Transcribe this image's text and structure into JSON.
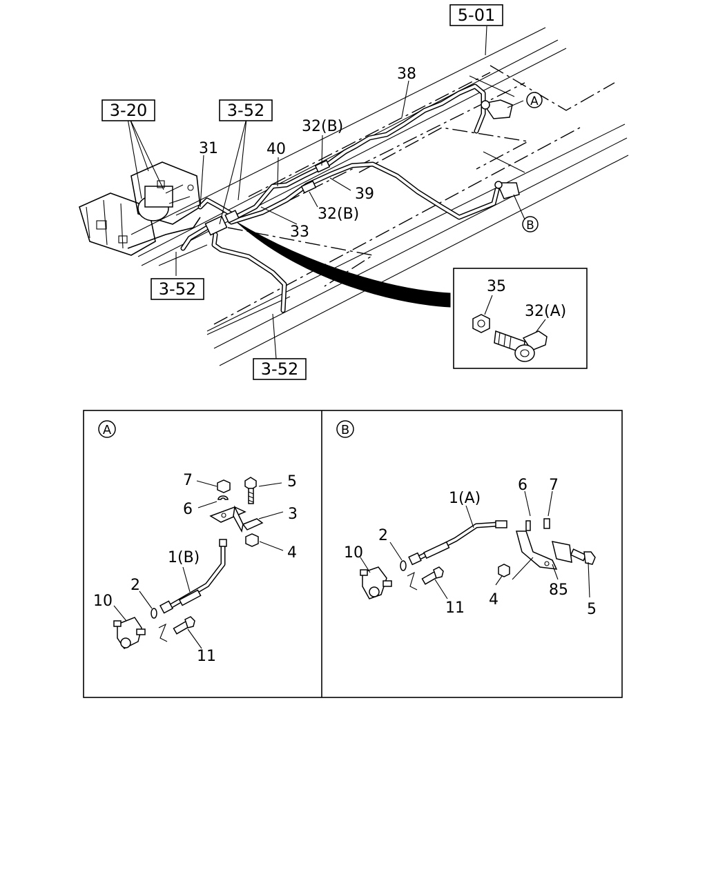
{
  "refs": {
    "r501": "5-01",
    "r320": "3-20",
    "r352_top": "3-52",
    "r352_mid": "3-52",
    "r352_bot": "3-52"
  },
  "main_callouts": {
    "c38": "38",
    "cA_marker": "A",
    "c32b_top": "32(B)",
    "c31": "31",
    "c40": "40",
    "c39": "39",
    "c32b_mid": "32(B)",
    "c33": "33",
    "cB_marker": "B"
  },
  "inset": {
    "c35": "35",
    "c32a": "32(A)"
  },
  "panel_a": {
    "title": "A",
    "c7": "7",
    "c5": "5",
    "c6": "6",
    "c3": "3",
    "c4": "4",
    "c1b": "1(B)",
    "c2": "2",
    "c10": "10",
    "c11": "11"
  },
  "panel_b": {
    "title": "B",
    "c1a": "1(A)",
    "c6": "6",
    "c7": "7",
    "c2": "2",
    "c10": "10",
    "c11": "11",
    "c4": "4",
    "c85": "85",
    "c5": "5"
  }
}
